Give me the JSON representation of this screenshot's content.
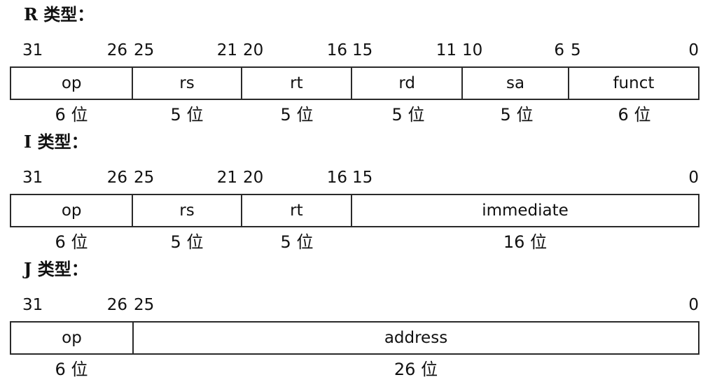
{
  "r_type": {
    "title": "R 类型：",
    "bits": [
      "31",
      "26",
      "25",
      "21",
      "20",
      "16",
      "15",
      "11",
      "10",
      "6",
      "5",
      "0"
    ],
    "fields": [
      "op",
      "rs",
      "rt",
      "rd",
      "sa",
      "funct"
    ],
    "widths": [
      "6 位",
      "5 位",
      "5 位",
      "5 位",
      "5 位",
      "6 位"
    ]
  },
  "i_type": {
    "title": "I 类型：",
    "bits": [
      "31",
      "26",
      "25",
      "21",
      "20",
      "16",
      "15",
      "0"
    ],
    "fields": [
      "op",
      "rs",
      "rt",
      "immediate"
    ],
    "widths": [
      "6 位",
      "5 位",
      "5 位",
      "16 位"
    ]
  },
  "j_type": {
    "title": "J 类型：",
    "bits": [
      "31",
      "26",
      "25",
      "0"
    ],
    "fields": [
      "op",
      "address"
    ],
    "widths": [
      "6 位",
      "26 位"
    ]
  }
}
